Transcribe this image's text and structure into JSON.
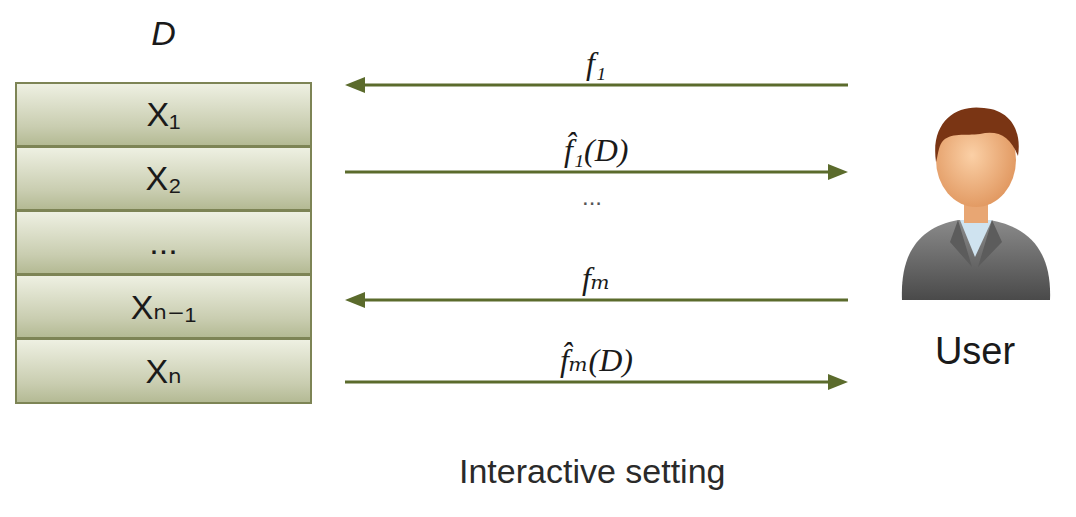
{
  "diagram": {
    "caption": "Interactive setting",
    "nodes": [
      {
        "text": [
          "D"
        ]
      },
      {
        "text": [
          "X₁"
        ],
        "in": 0
      },
      {
        "text": [
          "X₂"
        ],
        "in": 0
      },
      {
        "text": [
          "..."
        ],
        "in": 0
      },
      {
        "text": [
          "Xₙ₋₁"
        ],
        "in": 0
      },
      {
        "text": [
          "Xₙ"
        ],
        "in": 0
      },
      {
        "text": [
          "User"
        ]
      }
    ],
    "edges": [
      {
        "from": 6,
        "to": 0,
        "label": "f₁",
        "arrow": "to"
      },
      {
        "from": 0,
        "to": 6,
        "label": "f̂₁(D)",
        "arrow": "to"
      },
      {
        "from": 6,
        "to": 0,
        "label": "fₘ",
        "arrow": "to"
      },
      {
        "from": 0,
        "to": 6,
        "label": "f̂ₘ(D)",
        "arrow": "to"
      }
    ],
    "labels": [
      "..."
    ]
  }
}
